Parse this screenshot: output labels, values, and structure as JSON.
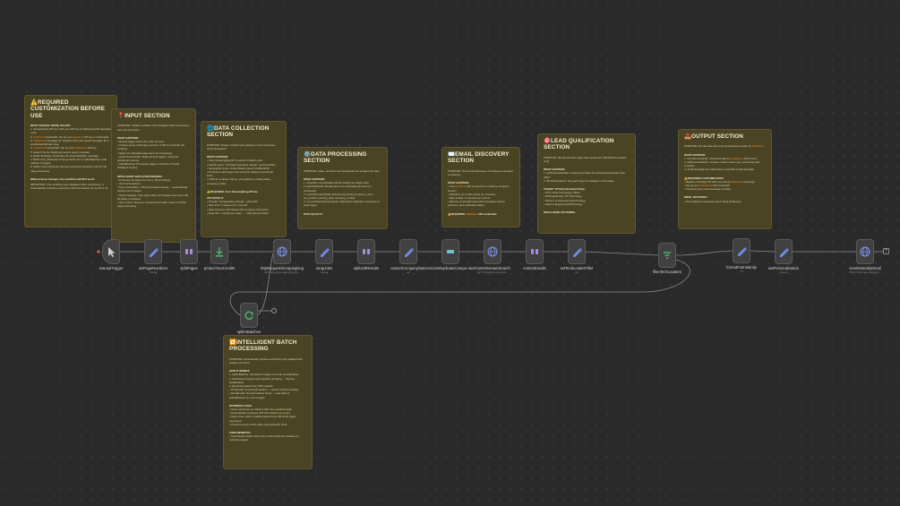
{
  "notes": {
    "required": {
      "title": "⚠️REQUIRED CUSTOMIZATION BEFORE USE",
      "lines": [
        {
          "t": "MUST CHANGE THESE VALUES:",
          "k": "b"
        },
        {
          "t": "1. ScrapingDog API key: Add your API key to httpRequest/ScrapingDog"
        },
        {
          "t": "   node"
        },
        {
          "t": "2. Hunter.io Credentials: Set up your Hunter.io API key in credentials"
        },
        {
          "t": "3. Instantly.ai Campaign ID: Replace with your actual campaign ID in"
        },
        {
          "t": "   sendInstantlyEmail node"
        },
        {
          "t": "4. Instantly.ai Credentials: Set up your Instantly.ai API key"
        },
        {
          "t": "5. Search Terms: Modify job search query if needed"
        },
        {
          "t": "6. Email Template: Customize the personalization message"
        },
        {
          "t": "7. Batch Size (Optional): Change batch size in splitInBatches node"
        },
        {
          "t": "   (default: 5 pages)"
        },
        {
          "t": "8. Safety Limit (Optional): Remove protectYourCredits node for full"
        },
        {
          "t": "   page processing"
        },
        {
          "t": "",
          "k": "g"
        },
        {
          "t": "Without these changes, the workflow will NOT work!",
          "k": "b"
        },
        {
          "t": "",
          "k": "g"
        },
        {
          "t": "IMPORTANT: This workflow uses intelligent batch processing - it"
        },
        {
          "t": "automatically continues searching until tech leaders are found or all"
        }
      ]
    },
    "input": {
      "title": "📍INPUT SECTION",
      "lines": [
        {
          "t": "PURPOSE: Initialize workflow with intelligent batch processing"
        },
        {
          "t": "and cost protection"
        },
        {
          "t": "",
          "k": "g"
        },
        {
          "t": "WHAT HAPPENS:",
          "k": "b"
        },
        {
          "t": "• Manual trigger starts the entire process"
        },
        {
          "t": "• Creates array of 90 page numbers (1-90) for LinkedIn job"
        },
        {
          "t": "  scraping"
        },
        {
          "t": "• Splits into individual page items for processing"
        },
        {
          "t": "• protectYourCredits: Safety limit (5 pages) - prevents"
        },
        {
          "t": "  accidental overuse"
        },
        {
          "t": "• splitInBatches: Processes pages in batches of 5 with"
        },
        {
          "t": "  intelligent looping"
        },
        {
          "t": "",
          "k": "g"
        },
        {
          "t": "INTELLIGENT BATCH PROCESSING:",
          "k": "b"
        },
        {
          "t": "• Processes 5 pages at a time (~50 job listings"
        },
        {
          "t": "  ~ 8-10 tech leaders)"
        },
        {
          "t": "• Auto-continuation: If NO tech leaders found → automatically"
        },
        {
          "t": "  fetches next 5 pages"
        },
        {
          "t": "• Smart stopping: Only stops when tech leaders are found OR"
        },
        {
          "t": "  all pages processed"
        },
        {
          "t": "• User control: Remove \"protectYourCredits\" node for full 90"
        },
        {
          "t": "  page processing"
        }
      ]
    },
    "collection": {
      "title": "🌐DATA COLLECTION SECTION",
      "lines": [
        {
          "t": "PURPOSE: Scrape LinkedIn job postings to find companies"
        },
        {
          "t": "hiring developers"
        },
        {
          "t": "",
          "k": "g"
        },
        {
          "t": "WHAT HAPPENS:",
          "k": "b"
        },
        {
          "t": "• Uses ScrapingDog API to search LinkedIn jobs"
        },
        {
          "t": "• Search query: \"full stack developer startup\" (customizable)"
        },
        {
          "t": "• Geographic focus: United States (geoId: 103644278)"
        },
        {
          "t": "• Processes each page with 1-second delays to avoid rate"
        },
        {
          "t": "  limits"
        },
        {
          "t": "• Collects company names, job positions, posting dates,"
        },
        {
          "t": "  company profiles"
        },
        {
          "t": "",
          "k": "g"
        },
        {
          "t": "⚠️REQUIRED: Your ScrapingDog API key",
          "k": "b"
        },
        {
          "t": "API DETAILS:",
          "k": "b"
        },
        {
          "t": "• Provider: ScrapingDog (climate: ~jobs API)"
        },
        {
          "t": "• Rate limit: 1 request per 1 second"
        },
        {
          "t": "• Data returned: Job listings with company information"
        },
        {
          "t": "• Expected: ~10 jobs per page → ~100 jobs per batch"
        }
      ]
    },
    "processing": {
      "title": "⚙️DATA PROCESSING SECTION",
      "lines": [
        {
          "t": "PURPOSE: Clean, structure and deduplicate the scraped job data"
        },
        {
          "t": "",
          "k": "g"
        },
        {
          "t": "WHAT HAPPENS:",
          "k": "b"
        },
        {
          "t": "1. wrapJobs: Consolidates all job results into single array"
        },
        {
          "t": "2. splitJobResults: Breaks down into individual job items for"
        },
        {
          "t": "   processing"
        },
        {
          "t": "3. extractCompanyData: Extracts key fields (company_name,"
        },
        {
          "t": "   job_position, posting_date, company_profile)"
        },
        {
          "t": "4. removeDuplicateCompanies: Eliminates duplicate companies to"
        },
        {
          "t": "   avoid spam"
        },
        {
          "t": "",
          "k": "g"
        },
        {
          "t": "DATA QUALITY:",
          "k": "b"
        }
      ]
    },
    "email": {
      "title": "✉️EMAIL DISCOVERY SECTION",
      "lines": [
        {
          "t": "PURPOSE: Find email addresses of employees at target"
        },
        {
          "t": "companies"
        },
        {
          "t": "",
          "k": "g"
        },
        {
          "t": "WHAT HAPPENS:",
          "k": "b"
        },
        {
          "t": "• Uses Hunter.io API to search for emails by company"
        },
        {
          "t": "  domain"
        },
        {
          "t": "• Searches up to 100 emails per company"
        },
        {
          "t": "• Rate limited: 2 requests per second"
        },
        {
          "t": "• Returns email addresses with associated names,"
        },
        {
          "t": "  positions, and verification status"
        },
        {
          "t": "",
          "k": "g"
        },
        {
          "t": "⚠️REQUIRED: Hunter.io API credentials",
          "k": "b"
        }
      ]
    },
    "lead": {
      "title": "🎯LEAD QUALIFICATION SECTION",
      "lines": [
        {
          "t": "PURPOSE: Identify and filter high-value prospects (TECHNICAL leaders"
        },
        {
          "t": "only)"
        },
        {
          "t": "",
          "k": "g"
        },
        {
          "t": "WHAT HAPPENS:",
          "k": "b"
        },
        {
          "t": "1. setTechLeaderFilter: Analyzes job titles for technical leadership roles"
        },
        {
          "t": "   ONLY"
        },
        {
          "t": "2. filterTechLeaders: Two-path logic for intelligent continuation"
        },
        {
          "t": "",
          "k": "g"
        },
        {
          "t": "TARGET TITLES (Technical Only):",
          "k": "b"
        },
        {
          "t": "• CTO, Chief Technology Officer"
        },
        {
          "t": "• VP Engineering, VP Technology"
        },
        {
          "t": "• Director of Engineering/Technology"
        },
        {
          "t": "• Head of Engineering/Technology"
        },
        {
          "t": "",
          "k": "g"
        },
        {
          "t": "INTELLIGENT FILTERING:",
          "k": "b"
        }
      ]
    },
    "output": {
      "title": "📤OUTPUT SECTION",
      "lines": [
        {
          "t": "PURPOSE: Format data and send personalized emails via Instantly.ai"
        },
        {
          "t": "",
          "k": "g"
        },
        {
          "t": "WHAT HAPPENS:",
          "k": "b"
        },
        {
          "t": "1. formatForInstantly: Structures data for Instantly.ai API format"
        },
        {
          "t": "2. setPersonalization: Creates custom email copy mentioning their"
        },
        {
          "t": "   company"
        },
        {
          "t": "3. sendInstantlyEmail: Adds leads to specific email campaign"
        },
        {
          "t": "",
          "k": "g"
        },
        {
          "t": "⚠️REQUIRED CUSTOMIZATION:",
          "k": "b"
        },
        {
          "t": "• Replace Campaign ID with your actual Instantly.ai campaign"
        },
        {
          "t": "• Set up your Instantly.ai API credentials"
        },
        {
          "t": "• Customize the email message template"
        },
        {
          "t": "",
          "k": "g"
        },
        {
          "t": "EMAIL FEATURES:",
          "k": "b"
        },
        {
          "t": "• Personalized messaging about hiring challenges"
        }
      ]
    },
    "batch": {
      "title": "🔁INTELLIGENT BATCH PROCESSING",
      "lines": [
        {
          "t": "PURPOSE: Automatically continue searching until qualified tech"
        },
        {
          "t": "leaders are found"
        },
        {
          "t": "",
          "k": "g"
        },
        {
          "t": "HOW IT WORKS:",
          "k": "b"
        },
        {
          "t": "1. splitInBatches: processes 5 pages at a time (configurable)"
        },
        {
          "t": "2. Data flows through entire pipeline (scraping → filtering →"
        },
        {
          "t": "   qualification)"
        },
        {
          "t": "3. filterTechLeaders has TWO outputs:"
        },
        {
          "t": "   • TRUE path: Found tech leaders → send & email formatting"
        },
        {
          "t": "   • FALSE path: No tech leaders found → loop back to"
        },
        {
          "t": "     splitInBatches for next 5 pages"
        },
        {
          "t": "",
          "k": "g"
        },
        {
          "t": "BUSINESS LOGIC:",
          "k": "b"
        },
        {
          "t": "• Never sends live on batches with zero qualified leads"
        },
        {
          "t": "• Automatically continues until tech leaders are found"
        },
        {
          "t": "• Stops when either: qualified leads found OR all 90 pages"
        },
        {
          "t": "  processed"
        },
        {
          "t": "• Prevents empty sends while respecting API limits"
        },
        {
          "t": "",
          "k": "g"
        },
        {
          "t": "USER BENEFITS:",
          "k": "b"
        },
        {
          "t": "• Guaranteed results: Won't stop until it finds tech leaders (or"
        },
        {
          "t": "  exhausts pages)"
        }
      ]
    }
  },
  "nodes": {
    "manualTrigger": {
      "label": "manualTrigger",
      "sub": "",
      "icon": "cursor-icon",
      "color": "#cfcfcf"
    },
    "setPageNumbers": {
      "label": "setPageNumbers",
      "sub": "manual",
      "icon": "pencil-icon",
      "color": "#6d8fe8"
    },
    "splitPages": {
      "label": "splitPages",
      "sub": "",
      "icon": "split-icon",
      "color": "#a78be0"
    },
    "protectYourCredits": {
      "label": "protectYourCredits",
      "sub": "",
      "icon": "limit-icon",
      "color": "#4fb06a"
    },
    "httpRequest": {
      "label": "httpRequest/ScrapingDog",
      "sub": "GET: https://api.scrapingdog.com...",
      "icon": "globe-icon",
      "color": "#7a90e8"
    },
    "wrapJobs": {
      "label": "wrapJobs",
      "sub": "manual",
      "icon": "pencil-icon",
      "color": "#6d8fe8"
    },
    "splitJobResults": {
      "label": "splitJobResults",
      "sub": "",
      "icon": "split-icon",
      "color": "#a78be0"
    },
    "extractCompanyData": {
      "label": "extractCompanyData",
      "sub": "set",
      "icon": "pencil-icon",
      "color": "#6d8fe8"
    },
    "removeDuplicateCompanies": {
      "label": "removeDuplicateCompa nies",
      "sub": "",
      "icon": "dedupe-icon",
      "color": "#6fc0d8"
    },
    "hunterDomainSearch": {
      "label": "hunterDomainSearch",
      "sub": "GET: https://api.hunter.io/v2/...",
      "icon": "globe-icon",
      "color": "#7a90e8"
    },
    "extractEmails": {
      "label": "extractEmails",
      "sub": "",
      "icon": "split-icon",
      "color": "#a78be0"
    },
    "setTechLeaderFilter": {
      "label": "setTechLeaderFilter",
      "sub": "set",
      "icon": "pencil-icon",
      "color": "#6d8fe8"
    },
    "filterTechLeaders": {
      "label": "filterTechLeaders",
      "sub": "",
      "icon": "filter-icon",
      "color": "#4fb06a"
    },
    "formatForInstantly": {
      "label": "formatForInstantly",
      "sub": "set",
      "icon": "pencil-icon",
      "color": "#6d8fe8"
    },
    "setPersonalization": {
      "label": "setPersonalization",
      "sub": "manual",
      "icon": "pencil-icon",
      "color": "#6d8fe8"
    },
    "sendInstantlyEmail": {
      "label": "sendInstantlyEmail",
      "sub": "POST: https://api.instantly.ai/...",
      "icon": "globe-icon",
      "color": "#7a90e8"
    },
    "splitInBatches": {
      "label": "splitInBatches",
      "sub": "",
      "icon": "loop-icon",
      "color": "#4fb06a"
    }
  },
  "colors": {
    "accent": "#f2902a",
    "note_bg": "#4a4424",
    "wire": "#8a8a8a",
    "canvas": "#2a2a2a"
  }
}
